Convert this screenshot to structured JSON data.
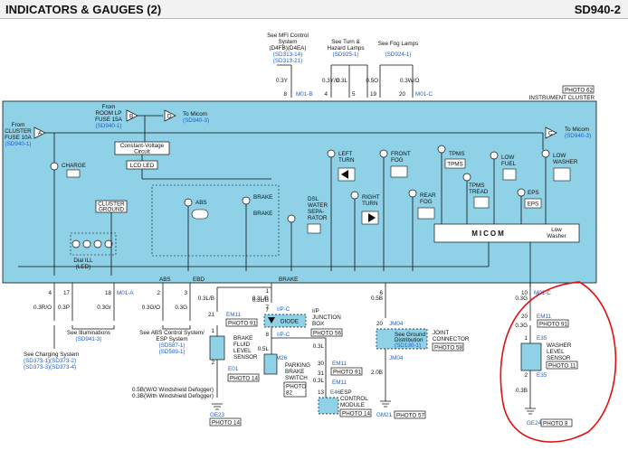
{
  "header": {
    "title": "INDICATORS & GAUGES (2)",
    "code": "SD940-2"
  },
  "top_refs": {
    "mfi": [
      "See MFI Control",
      "System",
      "(D4FB)(D4EA)",
      "(SD313-14)",
      "(SD313-21)"
    ],
    "turn": [
      "See Turn &",
      "Hazard Lamps",
      "(SD925-1)"
    ],
    "fog": [
      "See Fog Lamps",
      "(SD924-1)"
    ]
  },
  "top_wires": [
    {
      "size": "0.3Y",
      "pin": "8"
    },
    {
      "size": "0.3Y/O",
      "pin": "4"
    },
    {
      "size": "0.3L",
      "pin": "5"
    },
    {
      "size": "0.5O",
      "pin": "19"
    },
    {
      "size": "0.3W/O",
      "pin": "20"
    }
  ],
  "connectors": {
    "m01b": "M01-B",
    "m01c": "M01-C",
    "m01a": "M01-A",
    "m01c2": "M01-C",
    "em11": "EM11",
    "e01": "E01",
    "ge23": "GE23",
    "ipc": "I/P-C",
    "ipc2": "I/P-C",
    "m26": "M26",
    "e46": "E46",
    "jm04": "JM04",
    "jm04b": "JM04",
    "gm21": "GM21",
    "em11b": "EM11",
    "em11c": "EM11",
    "e35": "E35",
    "e35b": "E35",
    "ge24": "GE24"
  },
  "cluster": {
    "photo": "PHOTO 62",
    "name": "INSTRUMENT CLUSTER",
    "from_cluster": [
      "From",
      "CLUSTER",
      "FUSE 10A",
      "(SD940-1)"
    ],
    "from_room": [
      "From",
      "ROOM LP",
      "FUSE 15A",
      "(SD940-1)"
    ],
    "to_micom": [
      "To Micom",
      "(SD940-3)"
    ],
    "to_micom_r": [
      "To Micom",
      "(SD940-3)"
    ],
    "cv_circuit": [
      "Constant-Voltage",
      "Circuit"
    ],
    "lcd_led": "LCD LED",
    "cluster_ground": [
      "CLUSTER",
      "GROUND"
    ],
    "dial_ill": [
      "Dial ILL",
      "(LED)"
    ],
    "charge": "CHARGE",
    "abs": "ABS",
    "brake": "BRAKE",
    "dsl": [
      "DSL",
      "WATER",
      "SEPA-",
      "RATOR"
    ],
    "left_turn": [
      "LEFT",
      "TURN"
    ],
    "right_turn": [
      "RIGHT",
      "TURN"
    ],
    "front_fog": [
      "FRONT",
      "FOG"
    ],
    "rear_fog": [
      "REAR",
      "FOG"
    ],
    "tpms": "TPMS",
    "tpms_tread": [
      "TPMS",
      "TREAD"
    ],
    "low_fuel": [
      "LOW",
      "FUEL"
    ],
    "eps": "EPS",
    "low_washer": [
      "LOW",
      "WASHER"
    ],
    "micom": "MICOM",
    "low_washer_sig": [
      "Low",
      "Washer"
    ],
    "abs_line": "ABS",
    "ebd_line": "EBD",
    "brake_line": "BRAKE",
    "pin_a": "A",
    "pin_b": "B",
    "pin_c": "C",
    "pin_d": "D"
  },
  "bottom_pins": [
    {
      "pin": "4",
      "wire": "0.3R/O"
    },
    {
      "pin": "17",
      "wire": "0.3P"
    },
    {
      "pin": "18",
      "wire": "0.3Gr"
    },
    {
      "pin": "2",
      "wire": "0.3G/O"
    },
    {
      "pin": "3",
      "wire": "0.3G"
    },
    {
      "pin": "7",
      "wire": "0.3L/B"
    },
    {
      "pin": "6",
      "wire": "0.5B"
    },
    {
      "pin": "10",
      "wire": "0.3G"
    }
  ],
  "bottom_refs": {
    "illum": [
      "See Illuminations",
      "(SD941-3)"
    ],
    "charging": [
      "See Charging System",
      "(SD373-1)(SD373-2)",
      "(SD373-3)(SD373-4)"
    ],
    "abs_ctrl": [
      "See ABS Control System/",
      "ESP System",
      "(SD587-1)",
      "(SD589-1)"
    ],
    "ground_dist": [
      "See Ground",
      "Distribution",
      "(SD130-1)"
    ]
  },
  "brake_fluid": {
    "pin_top": "21",
    "pin_bottom": "1",
    "wire_top": "0.3L/B",
    "photo_top": "PHOTO 91",
    "label": [
      "BRAKE",
      "FLUID",
      "LEVEL",
      "SENSOR"
    ],
    "photo_mid": "PHOTO 14",
    "pin_b": "2",
    "wire_b1": "0.5B(W/O Windshield Defogger)",
    "wire_b2": "0.3B(With Windshield Defogger)",
    "photo_bottom": "PHOTO 14"
  },
  "diode": {
    "pin_top": "1",
    "wire_top": "0.3L/B",
    "pin": "7",
    "label": "DIODE",
    "box": [
      "I/P",
      "JUNCTION",
      "BOX"
    ],
    "photo": "PHOTO 56",
    "pin_b": "8",
    "wire_b": "0.5L",
    "pin_c": "1",
    "switch": [
      "PARKING",
      "BRAKE",
      "SWITCH"
    ],
    "photo_sw": "PHOTO",
    "photo_sw2": "82"
  },
  "esp": {
    "wire_a": "0.3L",
    "pin_a": "30",
    "photo_a": "PHOTO 91",
    "wire_b": "0.3L",
    "pin_b": "31",
    "pin_c": "13",
    "label": [
      "ESP",
      "CONTROL",
      "MODULE"
    ],
    "photo": "PHOTO 14"
  },
  "joint": {
    "pin_top": "20",
    "wire_top": "0.5B",
    "label": [
      "JOINT",
      "CONNECTOR"
    ],
    "photo": "PHOTO 58",
    "wire_b": "2.0B",
    "photo_b": "PHOTO 57"
  },
  "washer": {
    "pin_top": "20",
    "wire_top": "0.3G",
    "photo_top": "PHOTO 91",
    "pin_a": "1",
    "label": [
      "WASHER",
      "LEVEL",
      "SENSOR"
    ],
    "photo_mid": "PHOTO 11",
    "pin_b": "2",
    "wire_b": "0.3B",
    "photo_bottom": "PHOTO 8"
  }
}
